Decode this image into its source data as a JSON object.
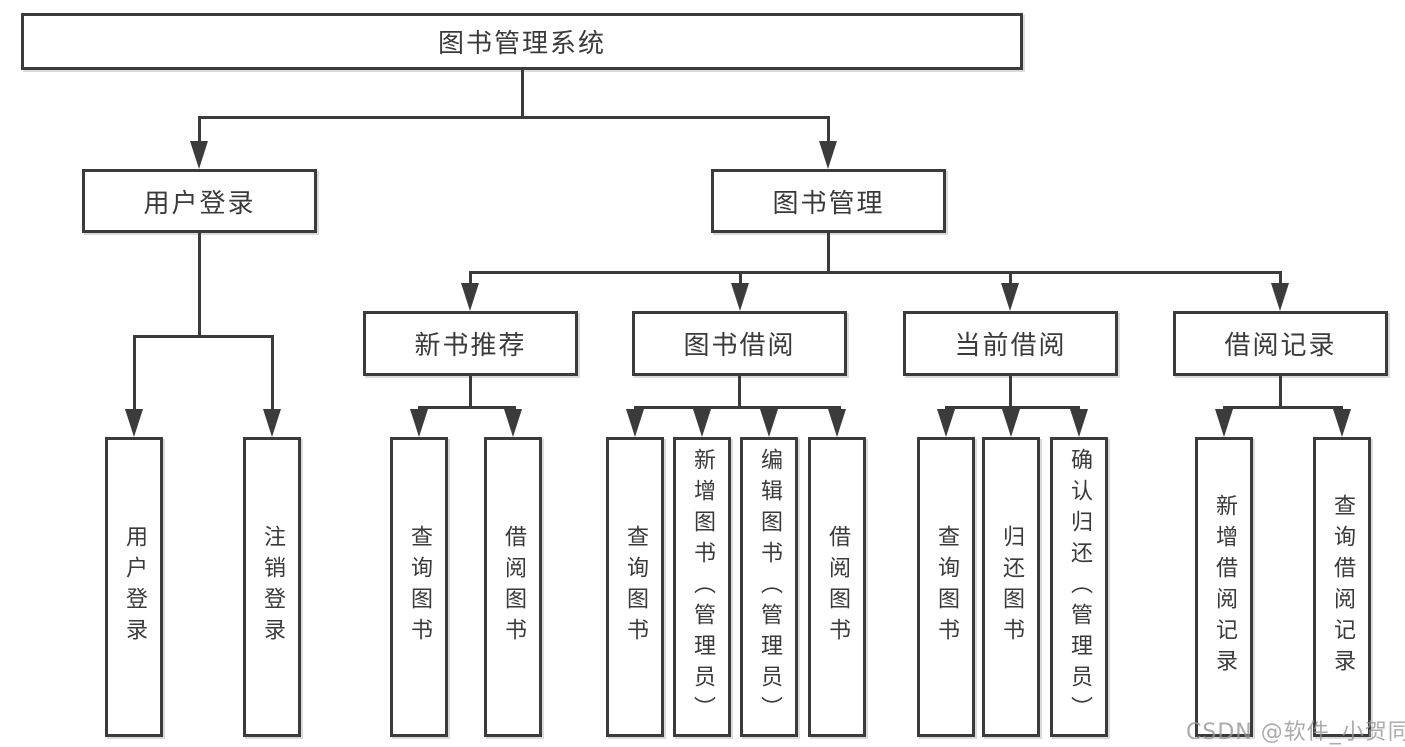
{
  "tree": {
    "root": {
      "label": "图书管理系统"
    },
    "branches": [
      {
        "label": "用户登录",
        "children": [
          {
            "label": "用户登录"
          },
          {
            "label": "注销登录"
          }
        ]
      },
      {
        "label": "图书管理",
        "children": [
          {
            "label": "新书推荐",
            "children": [
              {
                "label": "查询图书"
              },
              {
                "label": "借阅图书"
              }
            ]
          },
          {
            "label": "图书借阅",
            "children": [
              {
                "label": "查询图书"
              },
              {
                "label": "新增图书（管理员）"
              },
              {
                "label": "编辑图书（管理员）"
              },
              {
                "label": "借阅图书"
              }
            ]
          },
          {
            "label": "当前借阅",
            "children": [
              {
                "label": "查询图书"
              },
              {
                "label": "归还图书"
              },
              {
                "label": "确认归还（管理员）"
              }
            ]
          },
          {
            "label": "借阅记录",
            "children": [
              {
                "label": "新增借阅记录"
              },
              {
                "label": "查询借阅记录"
              }
            ]
          }
        ]
      }
    ]
  },
  "watermark": {
    "text": "CSDN @软件_小贺同学"
  },
  "colors": {
    "line": "#3b3b3b",
    "text": "#3a3a3a",
    "watermark": "#969696",
    "background": "#ffffff"
  }
}
